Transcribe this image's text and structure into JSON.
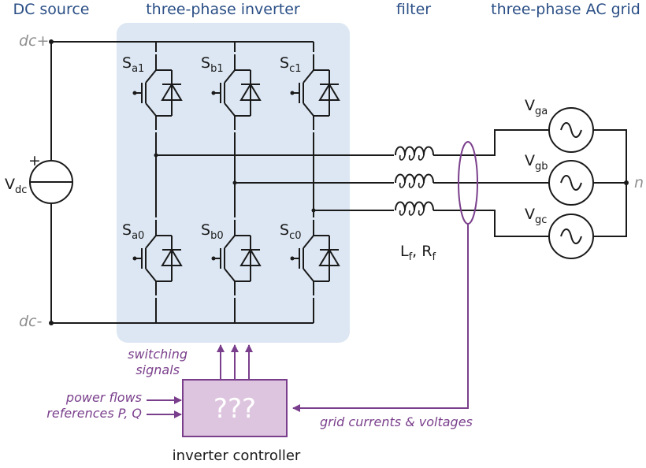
{
  "headers": {
    "dc_source": "DC source",
    "inverter": "three-phase inverter",
    "filter": "filter",
    "grid": "three-phase AC grid"
  },
  "rails": {
    "pos": "dc+",
    "neg": "dc-"
  },
  "source": {
    "symbol": "V",
    "sub": "dc",
    "sign": "+"
  },
  "switches": [
    {
      "base": "S",
      "sub": "a1"
    },
    {
      "base": "S",
      "sub": "b1"
    },
    {
      "base": "S",
      "sub": "c1"
    },
    {
      "base": "S",
      "sub": "a0"
    },
    {
      "base": "S",
      "sub": "b0"
    },
    {
      "base": "S",
      "sub": "c0"
    }
  ],
  "filter_label": {
    "l": "L",
    "l_sub": "f",
    "sep": ", ",
    "r": "R",
    "r_sub": "f"
  },
  "grid_sources": [
    {
      "base": "V",
      "sub": "ga"
    },
    {
      "base": "V",
      "sub": "gb"
    },
    {
      "base": "V",
      "sub": "gc"
    }
  ],
  "neutral": "n",
  "controller": {
    "symbol": "???",
    "label": "inverter controller"
  },
  "signals": {
    "switching_line1": "switching",
    "switching_line2": "signals",
    "power_line1": "power flows",
    "power_line2": "references P, Q",
    "grid_meas": "grid currents  & voltages"
  },
  "colors": {
    "inverter_bg": "#dce7f3",
    "controller_fill": "#dec5df",
    "signal": "#7a3f8c",
    "header": "#2b4f86"
  }
}
